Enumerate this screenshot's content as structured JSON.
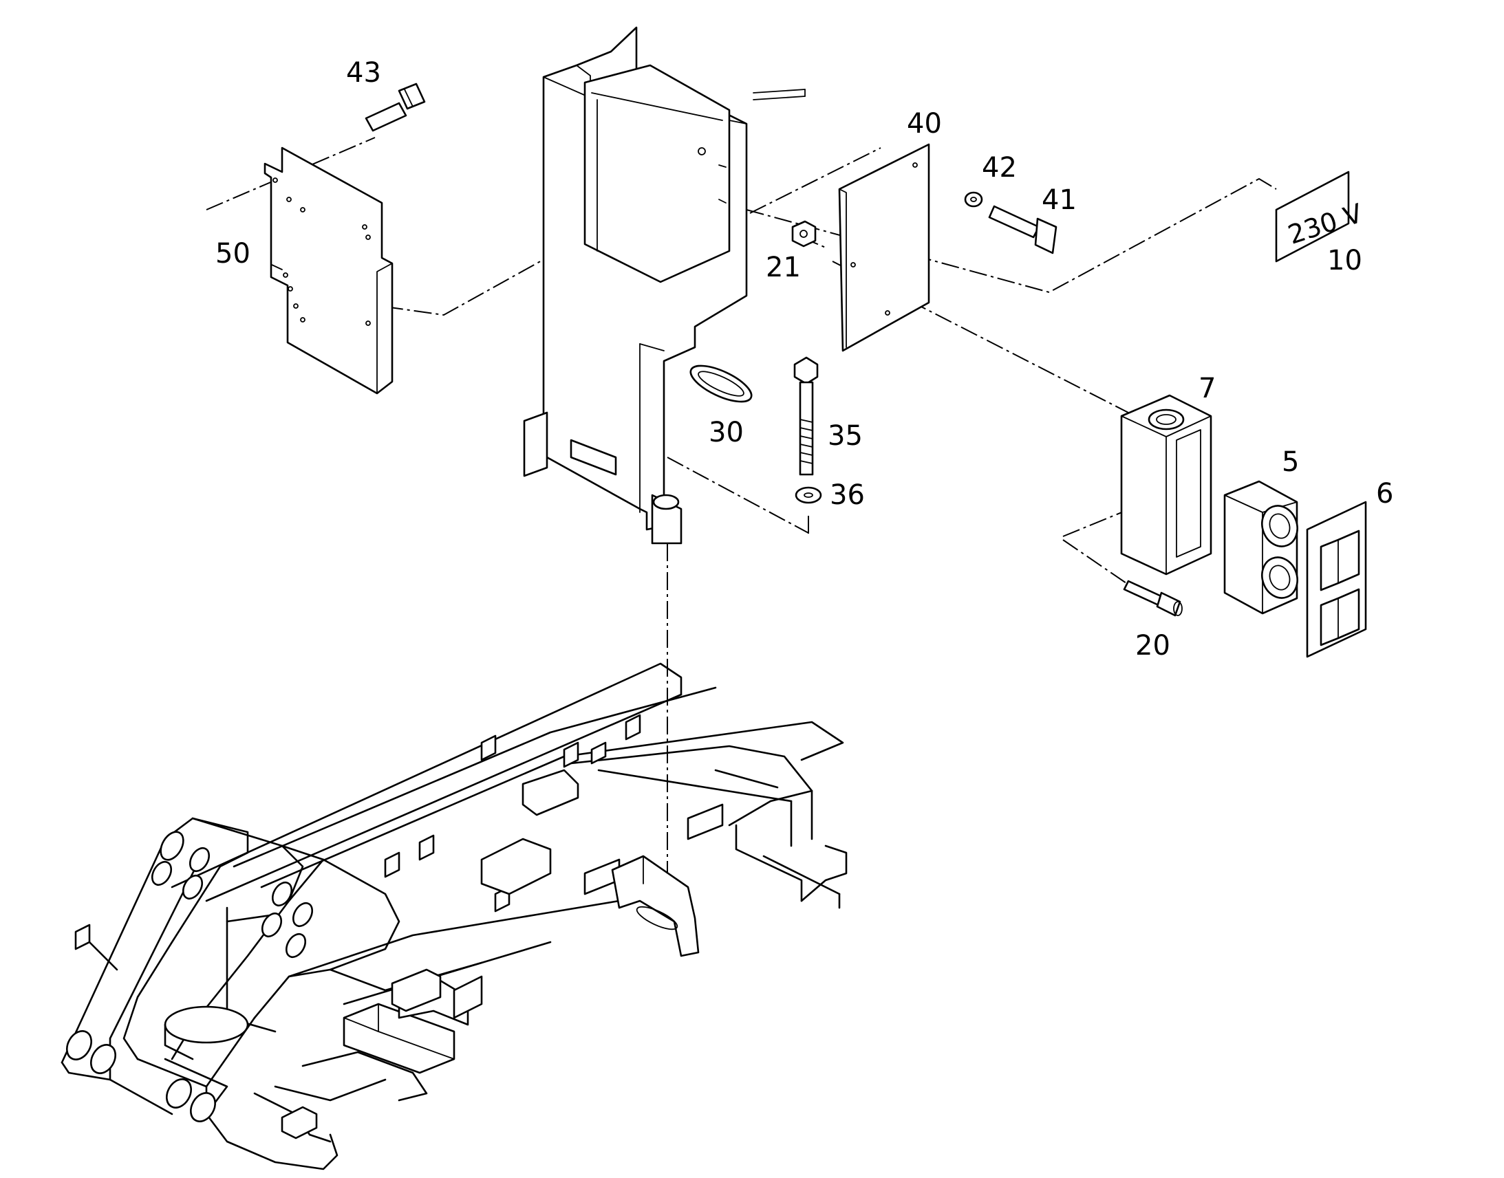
{
  "callouts": [
    {
      "id": "43",
      "text": "43"
    },
    {
      "id": "50",
      "text": "50"
    },
    {
      "id": "40",
      "text": "40"
    },
    {
      "id": "42",
      "text": "42"
    },
    {
      "id": "41",
      "text": "41"
    },
    {
      "id": "21",
      "text": "21"
    },
    {
      "id": "10",
      "text": "10"
    },
    {
      "id": "30",
      "text": "30"
    },
    {
      "id": "35",
      "text": "35"
    },
    {
      "id": "36",
      "text": "36"
    },
    {
      "id": "7",
      "text": "7"
    },
    {
      "id": "5",
      "text": "5"
    },
    {
      "id": "6",
      "text": "6"
    },
    {
      "id": "20",
      "text": "20"
    }
  ],
  "voltage_label": "230 V"
}
